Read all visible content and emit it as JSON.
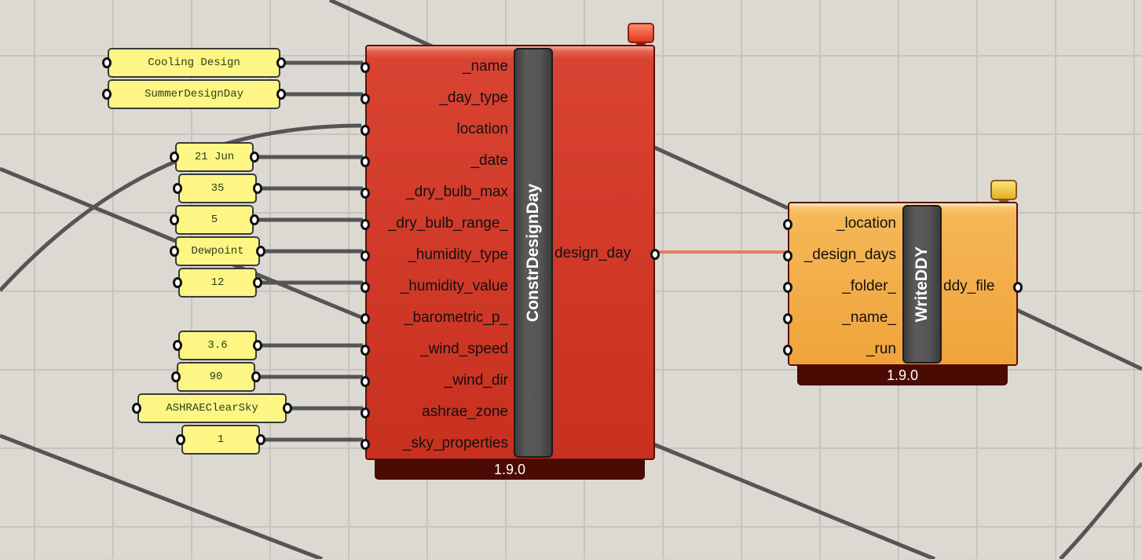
{
  "colors": {
    "background": "#dcd9d3",
    "wire": "#555555",
    "active_wire": "#e8795a",
    "red_component": "#d23b2a",
    "orange_component": "#f3ae48",
    "panel": "#fdf685"
  },
  "panels": [
    "Cooling Design",
    "SummerDesignDay",
    "21 Jun",
    "35",
    "5",
    "Dewpoint",
    "12",
    "3.6",
    "90",
    "ASHRAEClearSky",
    "1"
  ],
  "construct_design_day": {
    "title": "ConstrDesignDay",
    "inputs": [
      "_name",
      "_day_type",
      "location",
      "_date",
      "_dry_bulb_max",
      "_dry_bulb_range_",
      "_humidity_type",
      "_humidity_value",
      "_barometric_p_",
      "_wind_speed",
      "_wind_dir",
      "ashrae_zone",
      "_sky_properties"
    ],
    "output": "design_day",
    "version": "1.9.0"
  },
  "write_ddy": {
    "title": "WriteDDY",
    "inputs": [
      "_location",
      "_design_days",
      "_folder_",
      "_name_",
      "_run"
    ],
    "output": "ddy_file",
    "version": "1.9.0"
  }
}
